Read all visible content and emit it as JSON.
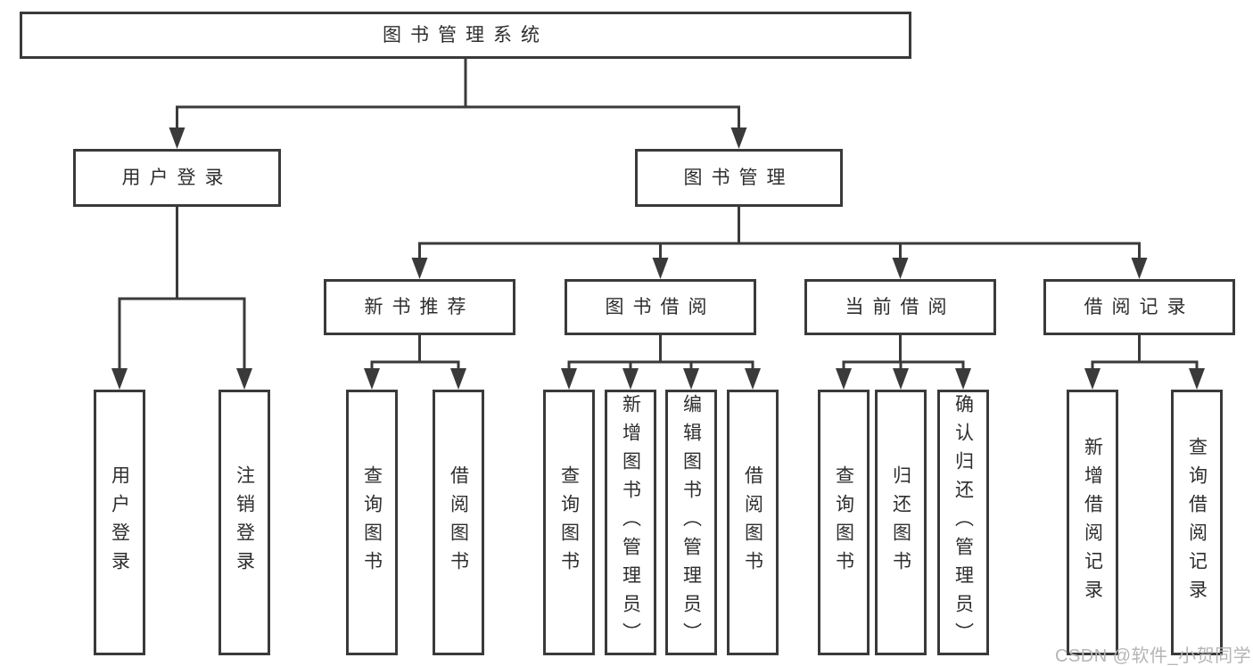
{
  "colors": {
    "line": "#3a3a3a",
    "text": "#2e2e2e",
    "watermark": "#b5b5b5",
    "background": "#ffffff"
  },
  "tree": {
    "label": "图书管理系统",
    "children": [
      {
        "label": "用户登录",
        "children": [
          {
            "label": "用户登录"
          },
          {
            "label": "注销登录"
          }
        ]
      },
      {
        "label": "图书管理",
        "children": [
          {
            "label": "新书推荐",
            "children": [
              {
                "label": "查询图书"
              },
              {
                "label": "借阅图书"
              }
            ]
          },
          {
            "label": "图书借阅",
            "children": [
              {
                "label": "查询图书"
              },
              {
                "label": "新增图书（管理员）"
              },
              {
                "label": "编辑图书（管理员）"
              },
              {
                "label": "借阅图书"
              }
            ]
          },
          {
            "label": "当前借阅",
            "children": [
              {
                "label": "查询图书"
              },
              {
                "label": "归还图书"
              },
              {
                "label": "确认归还（管理员）"
              }
            ]
          },
          {
            "label": "借阅记录",
            "children": [
              {
                "label": "新增借阅记录"
              },
              {
                "label": "查询借阅记录"
              }
            ]
          }
        ]
      }
    ]
  },
  "watermark": {
    "text": "CSDN @软件_小贺同学"
  }
}
